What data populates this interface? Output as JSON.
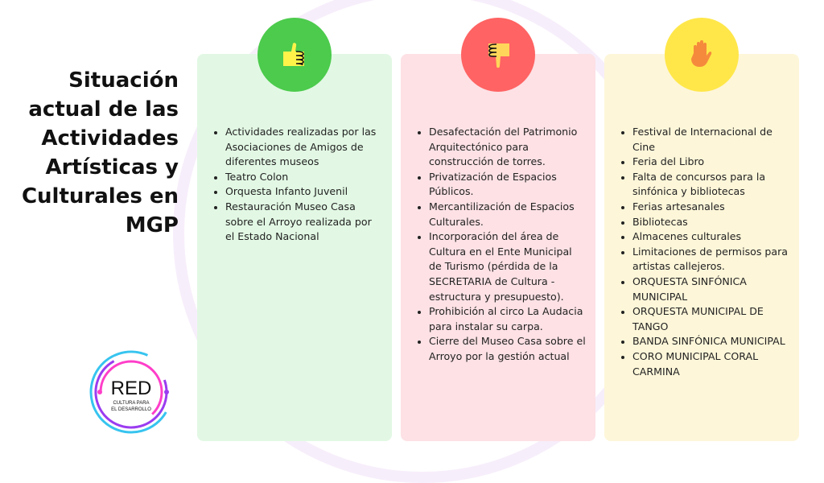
{
  "title": "Situación actual de las Actividades Artísticas y Culturales en  MGP",
  "cards": [
    {
      "icon": "thumbs-up",
      "color": "#e2f8e4",
      "circle": "#4ccb4c",
      "items": [
        "Actividades realizadas por las Asociaciones de Amigos de diferentes museos",
        "Teatro Colon",
        "Orquesta Infanto Juvenil",
        "Restauración Museo Casa sobre el Arroyo realizada por el Estado Nacional"
      ]
    },
    {
      "icon": "thumbs-down",
      "color": "#fde1e5",
      "circle": "#ff6363",
      "items": [
        "Desafectación del Patrimonio Arquitectónico para construcción de torres.",
        "Privatización de Espacios Públicos.",
        "Mercantilización de Espacios Culturales.",
        "Incorporación del área de Cultura en el Ente Municipal de Turismo (pérdida de la SECRETARIA de Cultura - estructura y presupuesto).",
        "Prohibición al circo La Audacia para instalar su carpa.",
        "Cierre del Museo Casa sobre el Arroyo por la gestión actual"
      ]
    },
    {
      "icon": "stop-hand",
      "color": "#fdf6d9",
      "circle": "#ffe74a",
      "items": [
        "Festival de Internacional de Cine",
        "Feria del Libro",
        "Falta de concursos para la sinfónica y bibliotecas",
        "Ferias artesanales",
        "Bibliotecas",
        "Almacenes culturales",
        "Limitaciones de permisos para artistas callejeros.",
        "ORQUESTA SINFÓNICA MUNICIPAL",
        "ORQUESTA MUNICIPAL DE TANGO",
        "BANDA SINFÓNICA MUNICIPAL",
        "CORO MUNICIPAL CORAL CARMINA"
      ]
    }
  ],
  "logo": {
    "name": "RED",
    "subtitle": "CULTURA PARA EL DESARROLLO"
  }
}
